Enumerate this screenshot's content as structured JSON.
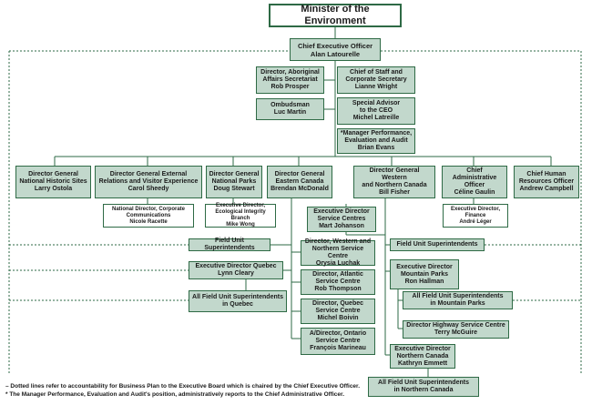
{
  "boxes": {
    "minister": {
      "title": "Minister of the Environment"
    },
    "ceo": {
      "title": "Chief Executive Officer",
      "name": "Alan Latourelle"
    },
    "aboriginal": {
      "title1": "Director, Aboriginal",
      "title2": "Affairs Secretariat",
      "name": "Rob Prosper"
    },
    "chief_staff": {
      "title1": "Chief of Staff and",
      "title2": "Corporate Secretary",
      "name": "Lianne Wright"
    },
    "ombudsman": {
      "title": "Ombudsman",
      "name": "Luc Martin"
    },
    "special_advisor": {
      "title1": "Special Advisor",
      "title2": "to the CEO",
      "name": "Michel Latreille"
    },
    "manager_perf": {
      "title1": "*Manager Performance,",
      "title2": "Evaluation and Audit",
      "name": "Brian Evans"
    },
    "dg_historic": {
      "title1": "Director General",
      "title2": "National Historic Sites",
      "name": "Larry Ostola"
    },
    "dg_external": {
      "title1": "Director General External",
      "title2": "Relations and Visitor Experience",
      "name": "Carol Sheedy"
    },
    "nd_corporate": {
      "title1": "National Director, Corporate",
      "title2": "Communications",
      "name": "Nicole Racette"
    },
    "dg_parks": {
      "title1": "Director General",
      "title2": "National Parks",
      "name": "Doug Stewart"
    },
    "ed_ecological": {
      "title1": "Executive Director,",
      "title2": "Ecological Integrity Branch",
      "name": "Mike Wong"
    },
    "dg_eastern": {
      "title1": "Director General",
      "title2": "Eastern Canada",
      "name": "Brendan McDonald"
    },
    "dg_western": {
      "title1": "Director General Western",
      "title2": "and Northern Canada",
      "name": "Bill Fisher"
    },
    "cao": {
      "title1": "Chief Administrative",
      "title2": "Officer",
      "name": "Céline Gaulin"
    },
    "ed_finance": {
      "title1": "Executive Director,",
      "title2": "Finance",
      "name": "André Léger"
    },
    "chro": {
      "title1": "Chief Human",
      "title2": "Resources Officer",
      "name": "Andrew Campbell"
    },
    "ed_service": {
      "title1": "Executive Director",
      "title2": "Service Centres",
      "name": "Mart Johanson"
    },
    "fus_left": {
      "title": "Field Unit Superintendents"
    },
    "fus_right": {
      "title": "Field Unit Superintendents"
    },
    "ed_quebec": {
      "title": "Executive Director Quebec",
      "name": "Lynn Cleary"
    },
    "all_fus_quebec": {
      "title": "All Field Unit Superintendents",
      "name": "in Quebec"
    },
    "dir_western_sc": {
      "title1": "Director, Western and",
      "title2": "Northern Service Centre",
      "name": "Orysia Luchak"
    },
    "dir_atlantic_sc": {
      "title1": "Director, Atlantic",
      "title2": "Service Centre",
      "name": "Rob Thompson"
    },
    "dir_quebec_sc": {
      "title1": "Director, Quebec",
      "title2": "Service Centre",
      "name": "Michel Boivin"
    },
    "dir_ontario_sc": {
      "title1": "A/Director, Ontario",
      "title2": "Service Centre",
      "name": "François Marineau"
    },
    "ed_mountain": {
      "title1": "Executive Director",
      "title2": "Mountain Parks",
      "name": "Ron Hallman"
    },
    "all_fus_mountain": {
      "title": "All Field Unit Superintendents",
      "name": "in Mountain Parks"
    },
    "dir_highway": {
      "title": "Director Highway Service Centre",
      "name": "Terry McGuire"
    },
    "ed_northern": {
      "title1": "Executive Director",
      "title2": "Northern Canada",
      "name": "Kathryn Emmett"
    },
    "all_fus_northern": {
      "title": "All Field Unit Superintendents",
      "name": "in Northern Canada"
    }
  },
  "notes": {
    "note1": "– Dotted lines refer to accountability for Business Plan to the Executive Board which is chaired by the Chief Executive Officer.",
    "note2": "* The Manager Performance, Evaluation and Audit's position, administratively reports to the Chief Administrative Officer."
  },
  "colors": {
    "line": "#2e6a45",
    "box_fill": "#c2d8cc"
  }
}
